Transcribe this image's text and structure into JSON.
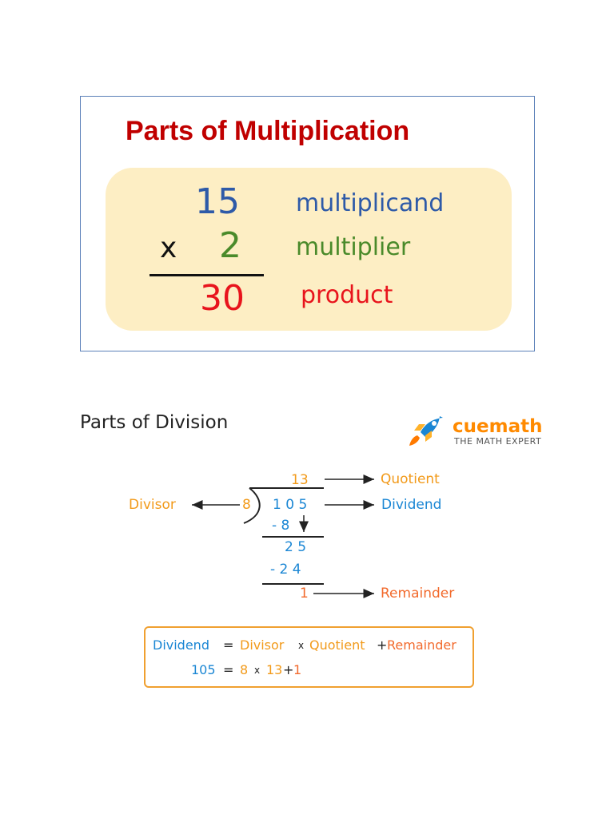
{
  "multiplication": {
    "title": "Parts of Multiplication",
    "multiplicand": {
      "value": "15",
      "label": "multiplicand",
      "color": "#2e5aa8"
    },
    "multiplier": {
      "sign": "x",
      "value": "2",
      "label": "multiplier",
      "color": "#4a8a2a"
    },
    "product": {
      "value": "30",
      "label": "product",
      "color": "#e8141c"
    }
  },
  "division": {
    "title": "Parts of Division",
    "brand": {
      "name": "cuemath",
      "tagline": "THE MATH EXPERT",
      "icon": "rocket-icon"
    },
    "quotient": "13",
    "quotient_label": "Quotient",
    "divisor": "8",
    "divisor_label": "Divisor",
    "dividend": "1 0 5",
    "dividend_label": "Dividend",
    "step1": "- 8",
    "step2": "2 5",
    "step3": "- 2 4",
    "remainder": "1",
    "remainder_label": "Remainder",
    "formula": {
      "line1": {
        "dividend": "Dividend",
        "eq": "=",
        "divisor": "Divisor",
        "times": "x",
        "quotient": "Quotient",
        "plus": "+",
        "remainder": "Remainder"
      },
      "line2": {
        "dividend": "105",
        "eq": "=",
        "divisor": "8",
        "times": "x",
        "quotient": "13",
        "plus": "+",
        "remainder": "1"
      }
    },
    "colors": {
      "orange": "#f29a1a",
      "blue": "#1a86d4",
      "red": "#f26a2c",
      "border": "#f0a030"
    }
  }
}
